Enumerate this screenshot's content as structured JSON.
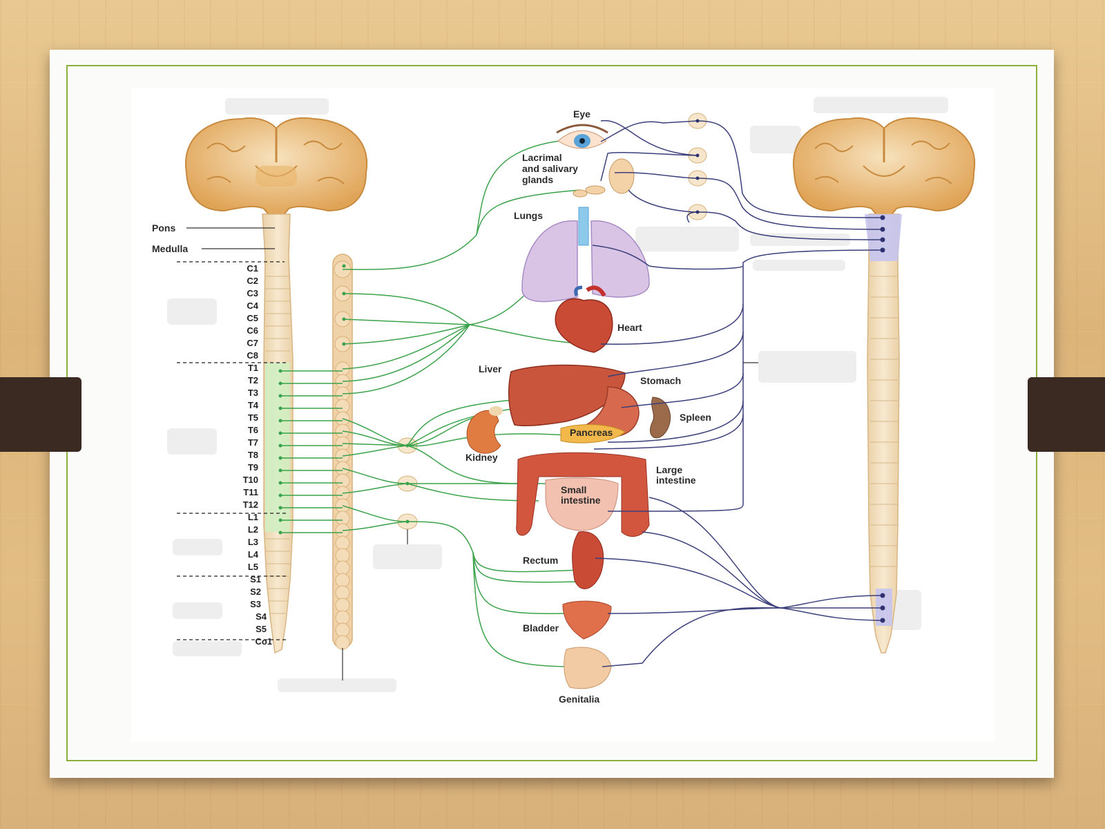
{
  "brain_labels": {
    "pons": "Pons",
    "medulla": "Medulla"
  },
  "segments": [
    "C1",
    "C2",
    "C3",
    "C4",
    "C5",
    "C6",
    "C7",
    "C8",
    "T1",
    "T2",
    "T3",
    "T4",
    "T5",
    "T6",
    "T7",
    "T8",
    "T9",
    "T10",
    "T11",
    "T12",
    "L1",
    "L2",
    "L3",
    "L4",
    "L5",
    "S1",
    "S2",
    "S3",
    "S4",
    "S5",
    "Co1"
  ],
  "organs": {
    "eye": "Eye",
    "lacrimal_1": "Lacrimal",
    "lacrimal_2": "and salivary",
    "lacrimal_3": "glands",
    "lungs": "Lungs",
    "heart": "Heart",
    "liver": "Liver",
    "stomach": "Stomach",
    "spleen": "Spleen",
    "pancreas": "Pancreas",
    "kidney": "Kidney",
    "large_intestine_1": "Large",
    "large_intestine_2": "intestine",
    "small_intestine_1": "Small",
    "small_intestine_2": "intestine",
    "rectum": "Rectum",
    "bladder": "Bladder",
    "genitalia": "Genitalia"
  },
  "colors": {
    "sympathetic": "#3aa24a",
    "parasympathetic": "#3a3f7a",
    "frame": "#8db03c",
    "brain": "#e9b56b",
    "cord": "#f2dcb8"
  }
}
